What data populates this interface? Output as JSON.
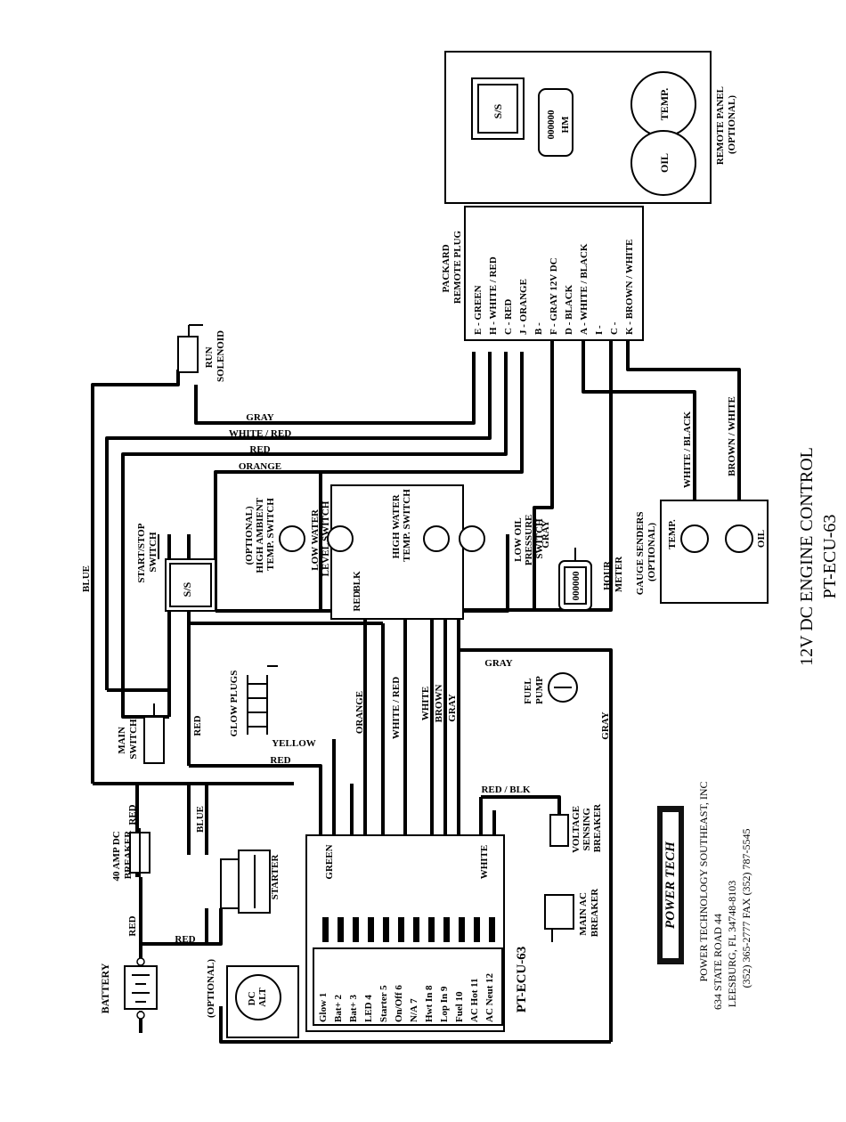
{
  "title": "12V DC ENGINE CONTROL",
  "model": "PT-ECU-63",
  "company": {
    "logo_text": "POWER TECH",
    "name": "POWER TECHNOLOGY SOUTHEAST, INC",
    "address": "634 STATE ROAD 44",
    "city": "LEESBURG, FL 34748-8103",
    "phone": "(352) 365-2777   FAX (352) 787-5545"
  },
  "components": {
    "battery": "BATTERY",
    "optional": "(OPTIONAL)",
    "dc_alt": [
      "DC",
      "ALT"
    ],
    "breaker40": [
      "40 AMP DC",
      "BREAKER"
    ],
    "main_switch": [
      "MAIN",
      "SWITCH"
    ],
    "starter": "STARTER",
    "glow_plugs": "GLOW PLUGS",
    "start_stop": [
      "START/STOP",
      "SWITCH"
    ],
    "ss": "S/S",
    "run_solenoid": [
      "RUN",
      "SOLENOID"
    ],
    "ambient": [
      "(OPTIONAL)",
      "HIGH AMBIENT",
      "TEMP. SWITCH"
    ],
    "low_water": [
      "LOW WATER",
      "LEVEL SWITCH"
    ],
    "high_water": [
      "HIGH WATER",
      "TEMP. SWITCH"
    ],
    "low_oil": [
      "LOW OIL",
      "PRESSURE",
      "SWITCH"
    ],
    "hour_meter": [
      "HOUR",
      "METER"
    ],
    "fuel_pump": [
      "FUEL",
      "PUMP"
    ],
    "voltage_breaker": [
      "VOLTAGE",
      "SENSING",
      "BREAKER"
    ],
    "main_ac": [
      "MAIN AC",
      "BREAKER"
    ],
    "gauge_senders": [
      "GAUGE SENDERS",
      "(OPTIONAL)"
    ],
    "temp": "TEMP.",
    "oil": "OIL",
    "remote_panel": [
      "REMOTE PANEL",
      "(OPTIONAL)"
    ],
    "hm": "HM",
    "counter": "000000",
    "packard": [
      "PACKARD",
      "REMOTE PLUG"
    ]
  },
  "ecu_terminals": [
    "Glow 1",
    "Bat+ 2",
    "Bat+ 3",
    "LED 4",
    "Starter 5",
    "On/Off 6",
    "N/A 7",
    "Hwt In 8",
    "Lop In 9",
    "Fuel 10",
    "AC Hot 11",
    "AC Neut 12"
  ],
  "packard_pins": [
    "E - GREEN",
    "H - WHITE / RED",
    "C - RED",
    "J - ORANGE",
    "B -",
    "F - GRAY   12V DC",
    "D - BLACK",
    "A - WHITE / BLACK",
    "I -",
    "C -",
    "K - BROWN / WHITE"
  ],
  "wires": {
    "gray": "GRAY",
    "white_red": "WHITE / RED",
    "red": "RED",
    "orange": "ORANGE",
    "blue": "BLUE",
    "yellow": "YELLOW",
    "white": "WHITE",
    "brown": "BROWN",
    "green": "GREEN",
    "red_blk": "RED / BLK",
    "blk": "BLK",
    "white_black": "WHITE / BLACK",
    "brown_white": "BROWN / WHITE"
  }
}
